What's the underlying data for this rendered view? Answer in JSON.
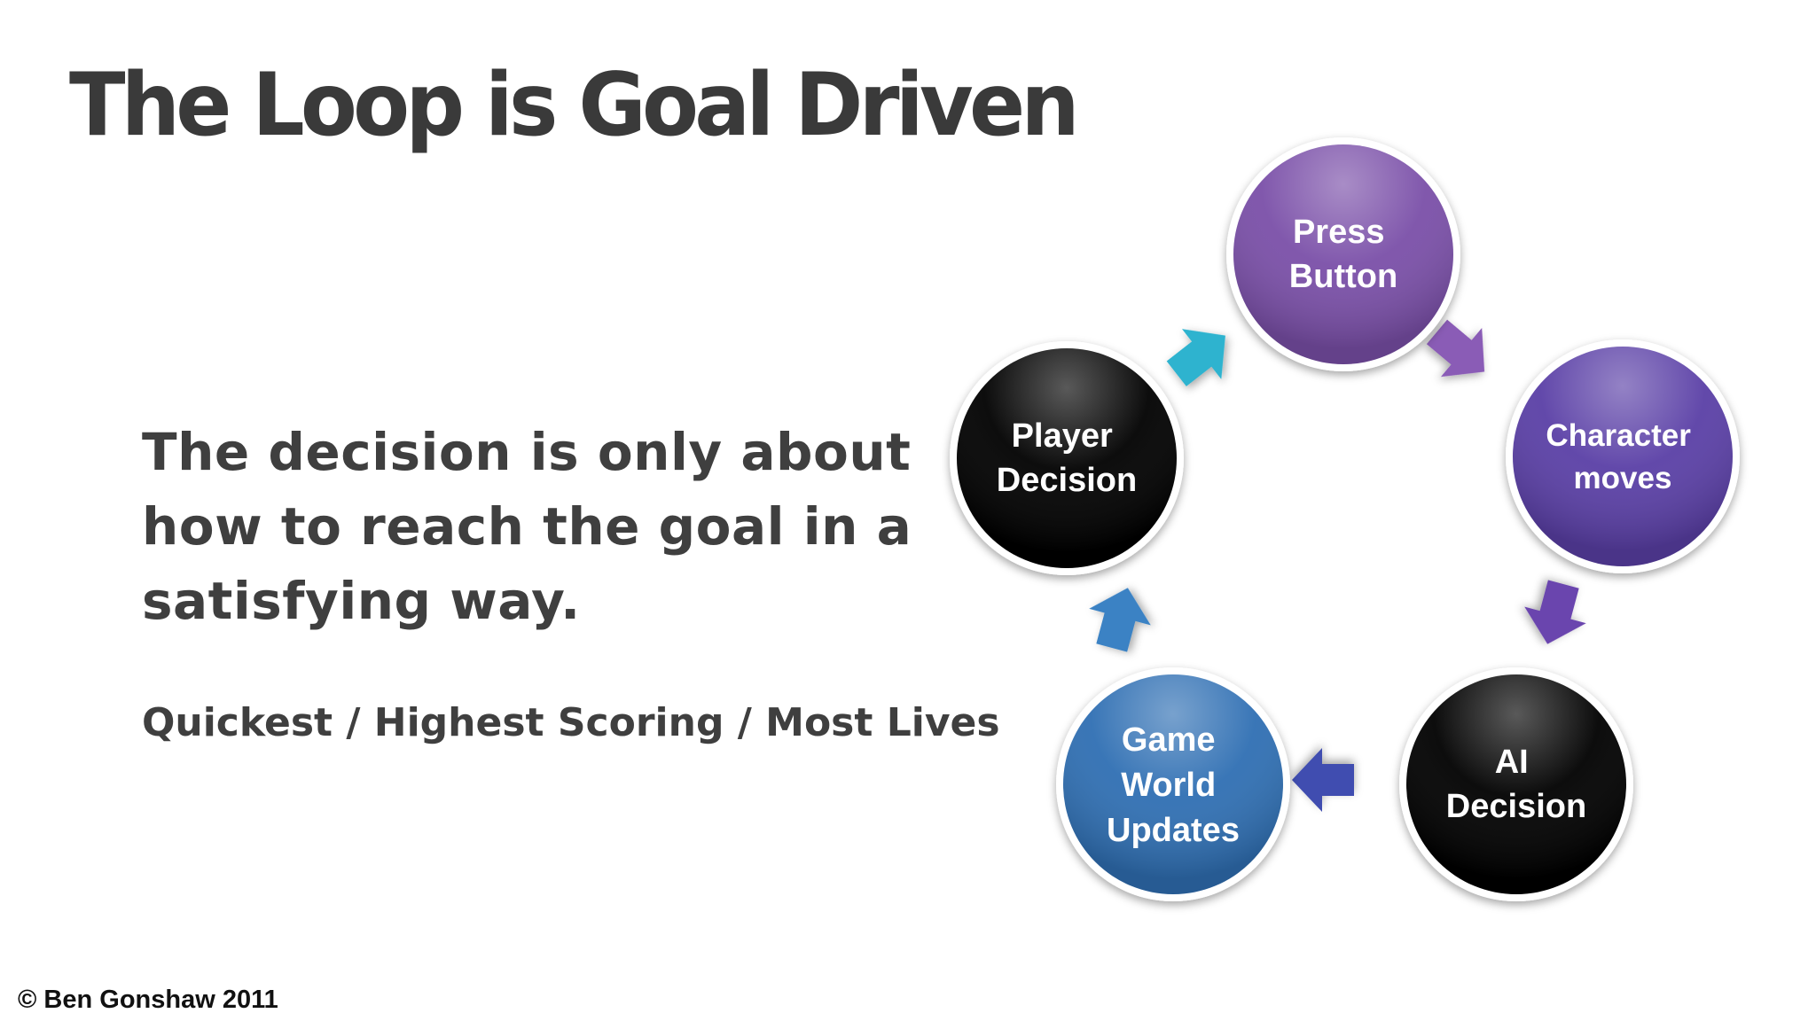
{
  "slide": {
    "title": "The Loop is Goal Driven",
    "body": "The decision is only about how to reach the goal in a satisfying way.",
    "subtext": "Quickest / Highest Scoring / Most Lives",
    "copyright": "© Ben Gonshaw 2011"
  },
  "loop": {
    "nodes": [
      {
        "lines": [
          "Press",
          "Button"
        ],
        "color": "#7a4fa8"
      },
      {
        "lines": [
          "Character",
          "moves"
        ],
        "color": "#5a3fa6"
      },
      {
        "lines": [
          "AI",
          "Decision"
        ],
        "color": "#000000"
      },
      {
        "lines": [
          "Game",
          "World",
          "Updates"
        ],
        "color": "#2f6fb3"
      },
      {
        "lines": [
          "Player",
          "Decision"
        ],
        "color": "#000000"
      }
    ],
    "arrow_colors": [
      "#8a5bb6",
      "#6a44ae",
      "#3f4eb0",
      "#3b82c4",
      "#2fb3cf"
    ]
  }
}
